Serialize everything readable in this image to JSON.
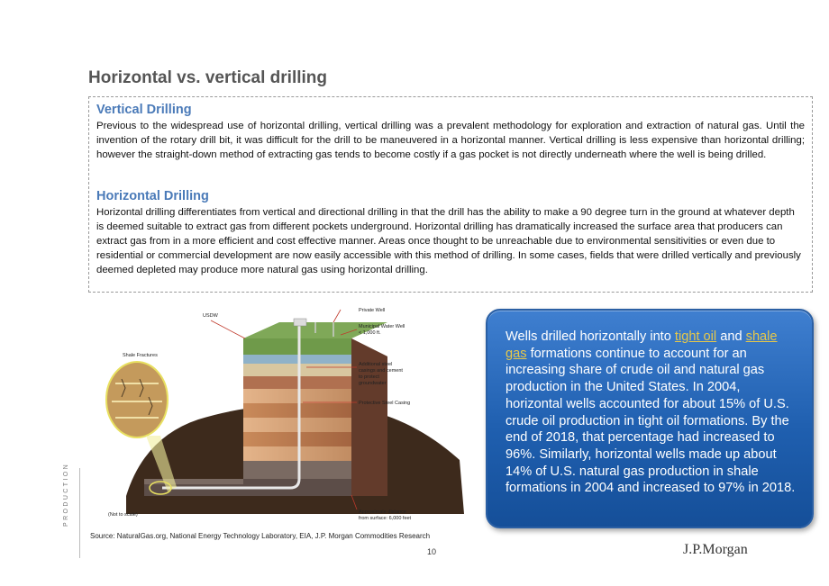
{
  "slide": {
    "title": "Horizontal vs. vertical drilling",
    "side_label": "PRODUCTION",
    "page_number": "10",
    "logo_text": "J.P.Morgan"
  },
  "vertical": {
    "heading": "Vertical Drilling",
    "body": "Previous to the widespread use of horizontal drilling, vertical drilling was a prevalent methodology for exploration and extraction of natural gas. Until the invention of the rotary drill bit, it was difficult for the drill to be maneuvered in a horizontal manner. Vertical drilling is less expensive than horizontal drilling; however the straight-down method of extracting gas tends to become costly if a gas pocket is not directly underneath where the well is being drilled."
  },
  "horizontal": {
    "heading": "Horizontal Drilling",
    "body": "Horizontal drilling differentiates from vertical and directional drilling in that the drill has the ability to make a 90 degree turn in the ground at whatever depth is deemed suitable to extract gas from different pockets underground. Horizontal drilling has dramatically increased the surface area that producers can extract gas from in a more efficient and cost effective manner. Areas once thought to be unreachable due to environmental sensitivities or even due to residential or commercial development are now easily accessible with this method of drilling. In some cases, fields that were drilled vertically and previously deemed depleted may produce more natural gas using horizontal drilling."
  },
  "diagram": {
    "labels": {
      "usdw": "USDW",
      "shale_fractures": "Shale Fractures",
      "private_well": "Private Well",
      "municipal_well_1": "Municipal Water Well",
      "municipal_well_2": "< 1,000 ft.",
      "casing_1": "Additional steel",
      "casing_2": "casings and cement",
      "casing_3": "to protect",
      "casing_4": "groundwater",
      "protective_casing": "Protective Steel Casing",
      "not_to_scale": "(Not to scale)",
      "distance_1": "Approximate distance",
      "distance_2": "from surface: 6,000 feet"
    }
  },
  "callout": {
    "text_before": "Wells drilled horizontally into ",
    "link1": "tight oil",
    "text_mid": " and ",
    "link2": "shale gas",
    "text_after": " formations continue to account for an increasing share of crude oil and natural gas production in the United States. In 2004, horizontal wells accounted for about 15% of U.S. crude oil production in tight oil formations. By the end of 2018, that percentage had increased to 96%. Similarly, horizontal wells made up about 14% of U.S. natural gas production in shale formations in 2004 and increased to 97% in 2018."
  },
  "source": "Source: NaturalGas.org, National Energy Technology Laboratory, EIA, J.P. Morgan Commodities Research",
  "colors": {
    "heading_blue": "#4a7ab8",
    "callout_blue": "#1f5faf",
    "link_gold": "#e6c84a"
  }
}
